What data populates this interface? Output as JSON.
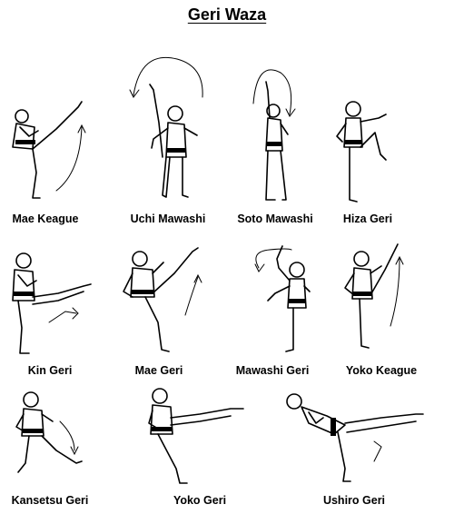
{
  "title": "Geri Waza",
  "kicks": [
    {
      "name": "Mae Keague"
    },
    {
      "name": "Uchi Mawashi"
    },
    {
      "name": "Soto Mawashi"
    },
    {
      "name": "Hiza Geri"
    },
    {
      "name": "Kin Geri"
    },
    {
      "name": "Mae Geri"
    },
    {
      "name": "Mawashi Geri"
    },
    {
      "name": "Yoko Keague"
    },
    {
      "name": "Kansetsu Geri"
    },
    {
      "name": "Yoko Geri"
    },
    {
      "name": "Ushiro Geri"
    }
  ]
}
